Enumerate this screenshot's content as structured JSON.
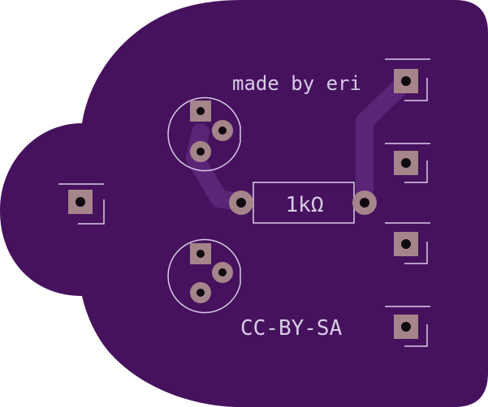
{
  "board": {
    "maker_text": "made by eri",
    "license_text": "CC-BY-SA",
    "resistor_label": "1kΩ"
  },
  "colors": {
    "background": "#ffffff",
    "board": "#46125e",
    "board_dark": "#3b0d52",
    "trace": "#5a2577",
    "silkscreen": "#d8cde6",
    "pad": "#a5858a",
    "drill": "#0f0a0f"
  },
  "icons": [
    "led-footprint-icon",
    "resistor-footprint-icon",
    "header-pin-icon"
  ]
}
